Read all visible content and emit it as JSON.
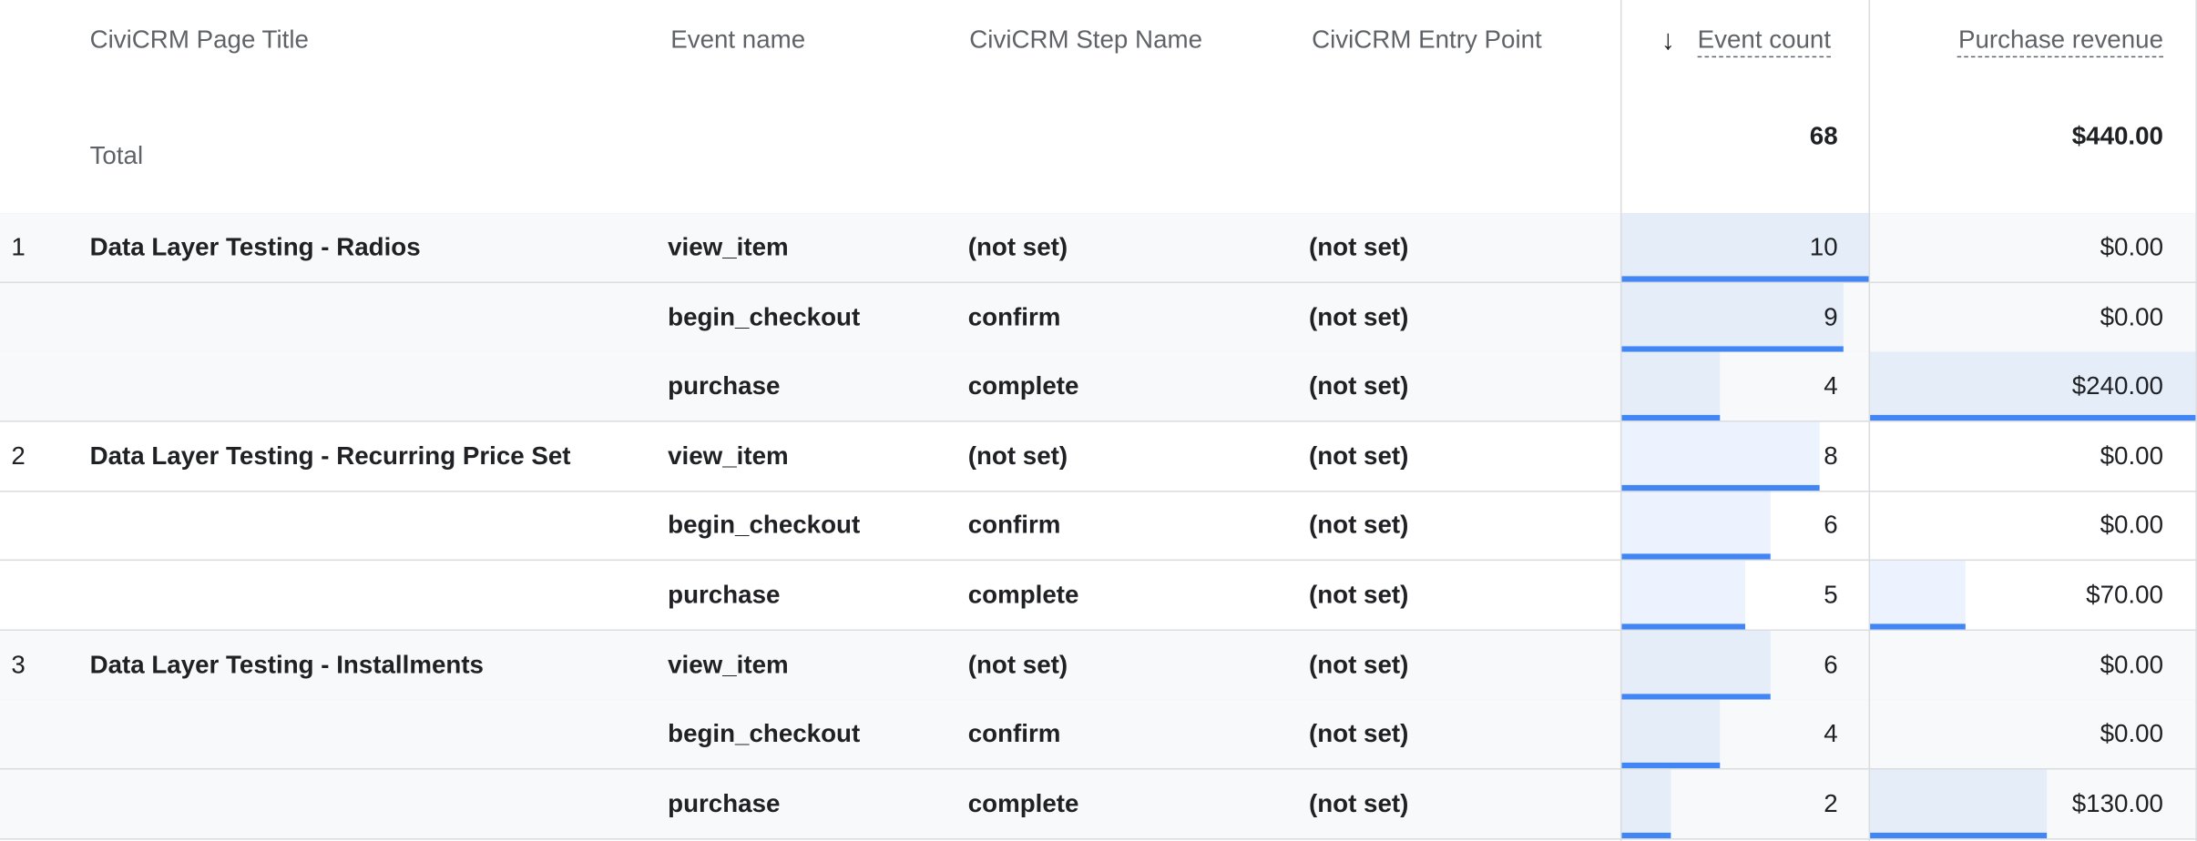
{
  "headers": {
    "page_title": "CiviCRM Page Title",
    "event_name": "Event name",
    "step_name": "CiviCRM Step Name",
    "entry_point": "CiviCRM Entry Point",
    "event_count": "Event count",
    "purchase_revenue": "Purchase revenue",
    "sort_icon": "arrow-down-icon"
  },
  "totals": {
    "label": "Total",
    "event_count": "68",
    "purchase_revenue": "$440.00"
  },
  "colors": {
    "bar": "#4285f4",
    "bar_bg": "#e8f0fe",
    "divider": "#dadce0"
  },
  "max": {
    "event_count": 10,
    "purchase_revenue": 240
  },
  "rows": [
    {
      "rank": "1",
      "page_title": "Data Layer Testing - Radios",
      "event_name": "view_item",
      "step_name": "(not set)",
      "entry_point": "(not set)",
      "event_count": "10",
      "purchase_revenue": "$0.00",
      "count_num": 10,
      "revenue_num": 0
    },
    {
      "rank": "",
      "page_title": "",
      "event_name": "begin_checkout",
      "step_name": "confirm",
      "entry_point": "(not set)",
      "event_count": "9",
      "purchase_revenue": "$0.00",
      "count_num": 9,
      "revenue_num": 0
    },
    {
      "rank": "",
      "page_title": "",
      "event_name": "purchase",
      "step_name": "complete",
      "entry_point": "(not set)",
      "event_count": "4",
      "purchase_revenue": "$240.00",
      "count_num": 4,
      "revenue_num": 240
    },
    {
      "rank": "2",
      "page_title": "Data Layer Testing - Recurring Price Set",
      "event_name": "view_item",
      "step_name": "(not set)",
      "entry_point": "(not set)",
      "event_count": "8",
      "purchase_revenue": "$0.00",
      "count_num": 8,
      "revenue_num": 0
    },
    {
      "rank": "",
      "page_title": "",
      "event_name": "begin_checkout",
      "step_name": "confirm",
      "entry_point": "(not set)",
      "event_count": "6",
      "purchase_revenue": "$0.00",
      "count_num": 6,
      "revenue_num": 0
    },
    {
      "rank": "",
      "page_title": "",
      "event_name": "purchase",
      "step_name": "complete",
      "entry_point": "(not set)",
      "event_count": "5",
      "purchase_revenue": "$70.00",
      "count_num": 5,
      "revenue_num": 70
    },
    {
      "rank": "3",
      "page_title": "Data Layer Testing - Installments",
      "event_name": "view_item",
      "step_name": "(not set)",
      "entry_point": "(not set)",
      "event_count": "6",
      "purchase_revenue": "$0.00",
      "count_num": 6,
      "revenue_num": 0
    },
    {
      "rank": "",
      "page_title": "",
      "event_name": "begin_checkout",
      "step_name": "confirm",
      "entry_point": "(not set)",
      "event_count": "4",
      "purchase_revenue": "$0.00",
      "count_num": 4,
      "revenue_num": 0
    },
    {
      "rank": "",
      "page_title": "",
      "event_name": "purchase",
      "step_name": "complete",
      "entry_point": "(not set)",
      "event_count": "2",
      "purchase_revenue": "$130.00",
      "count_num": 2,
      "revenue_num": 130
    }
  ]
}
